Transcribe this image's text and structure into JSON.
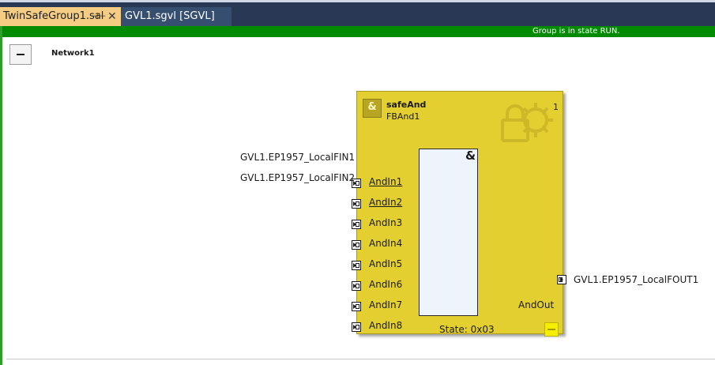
{
  "tabs": [
    {
      "label": "TwinSafeGroup1.sal",
      "active": true
    },
    {
      "label": "GVL1.sgvl [SGVL]",
      "active": false
    }
  ],
  "tab_icons": {
    "pin": "pin-icon",
    "close": "close-icon"
  },
  "status": {
    "text": "Group is in state RUN.",
    "color": "#008a00"
  },
  "network": {
    "label": "Network1"
  },
  "function_block": {
    "type": "safeAnd",
    "instance": "FBAnd1",
    "number": "1",
    "operator_symbol": "&",
    "state": "State: 0x03",
    "color": "#e3cf2f",
    "inputs": [
      {
        "name": "AndIn1",
        "linked": true,
        "variable": "GVL1.EP1957_LocalFIN1"
      },
      {
        "name": "AndIn2",
        "linked": true,
        "variable": "GVL1.EP1957_LocalFIN2"
      },
      {
        "name": "AndIn3",
        "linked": false,
        "variable": ""
      },
      {
        "name": "AndIn4",
        "linked": false,
        "variable": ""
      },
      {
        "name": "AndIn5",
        "linked": false,
        "variable": ""
      },
      {
        "name": "AndIn6",
        "linked": false,
        "variable": ""
      },
      {
        "name": "AndIn7",
        "linked": false,
        "variable": ""
      },
      {
        "name": "AndIn8",
        "linked": false,
        "variable": ""
      }
    ],
    "output": {
      "name": "AndOut",
      "variable": "GVL1.EP1957_LocalFOUT1"
    }
  }
}
